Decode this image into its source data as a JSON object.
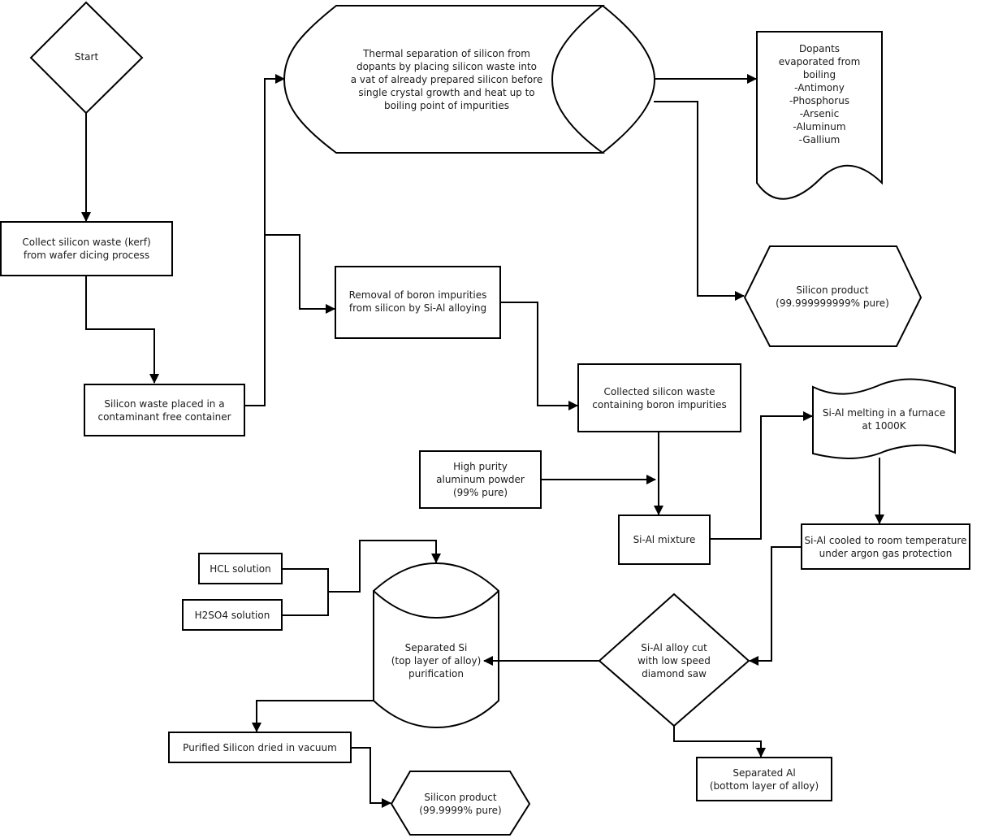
{
  "diagram": {
    "type": "flowchart",
    "colors": {
      "stroke": "#000000",
      "fill": "#ffffff",
      "text": "#1a1a1a"
    },
    "nodes": {
      "start": {
        "shape": "diamond",
        "label": "Start"
      },
      "collect": {
        "shape": "rectangle",
        "label": "Collect silicon waste (kerf)\nfrom wafer dicing process"
      },
      "container": {
        "shape": "rectangle",
        "label": "Silicon waste placed in a\ncontaminant free container"
      },
      "thermal": {
        "shape": "stored-data",
        "label": "Thermal separation of silicon from\ndopants by placing silicon waste into\na vat of already prepared silicon before\nsingle crystal growth and heat up to\nboiling point of impurities"
      },
      "dopants": {
        "shape": "document",
        "label": "Dopants\nevaporated from\nboiling\n-Antimony\n-Phosphorus\n-Arsenic\n-Aluminum\n-Gallium"
      },
      "product1": {
        "shape": "hexagon",
        "label": "Silicon product\n(99.999999999% pure)"
      },
      "boron": {
        "shape": "rectangle",
        "label": "Removal of boron impurities\nfrom silicon by Si-Al alloying"
      },
      "collected": {
        "shape": "rectangle",
        "label": "Collected silicon waste\ncontaining boron impurities"
      },
      "aluminum": {
        "shape": "rectangle",
        "label": "High purity\naluminum powder\n(99% pure)"
      },
      "mixture": {
        "shape": "rectangle",
        "label": "Si-Al mixture"
      },
      "melting": {
        "shape": "tape",
        "label": "Si-Al melting in a furnace\nat 1000K"
      },
      "cooled": {
        "shape": "rectangle",
        "label": "Si-Al cooled to room temperature\nunder argon gas protection"
      },
      "cut": {
        "shape": "diamond",
        "label": "Si-Al alloy cut\nwith low speed\ndiamond saw"
      },
      "separated_al": {
        "shape": "rectangle",
        "label": "Separated Al\n(bottom layer of alloy)"
      },
      "separated_si": {
        "shape": "cylinder",
        "label": "Separated Si\n(top layer of alloy)\npurification"
      },
      "hcl": {
        "shape": "rectangle",
        "label": "HCL solution"
      },
      "h2so4": {
        "shape": "rectangle",
        "label": "H2SO4 solution"
      },
      "dried": {
        "shape": "rectangle",
        "label": "Purified Silicon dried in vacuum"
      },
      "product2": {
        "shape": "hexagon",
        "label": "Silicon product\n(99.9999% pure)"
      }
    },
    "edges": [
      {
        "from": "start",
        "to": "collect"
      },
      {
        "from": "collect",
        "to": "container"
      },
      {
        "from": "container",
        "to": "thermal"
      },
      {
        "from": "container",
        "to": "boron"
      },
      {
        "from": "thermal",
        "to": "dopants"
      },
      {
        "from": "thermal",
        "to": "product1"
      },
      {
        "from": "boron",
        "to": "collected"
      },
      {
        "from": "collected",
        "to": "mixture"
      },
      {
        "from": "aluminum",
        "to": "mixture"
      },
      {
        "from": "mixture",
        "to": "melting"
      },
      {
        "from": "melting",
        "to": "cooled"
      },
      {
        "from": "cooled",
        "to": "cut"
      },
      {
        "from": "cut",
        "to": "separated_si"
      },
      {
        "from": "cut",
        "to": "separated_al"
      },
      {
        "from": "hcl",
        "to": "separated_si"
      },
      {
        "from": "h2so4",
        "to": "separated_si"
      },
      {
        "from": "separated_si",
        "to": "dried"
      },
      {
        "from": "dried",
        "to": "product2"
      }
    ]
  }
}
